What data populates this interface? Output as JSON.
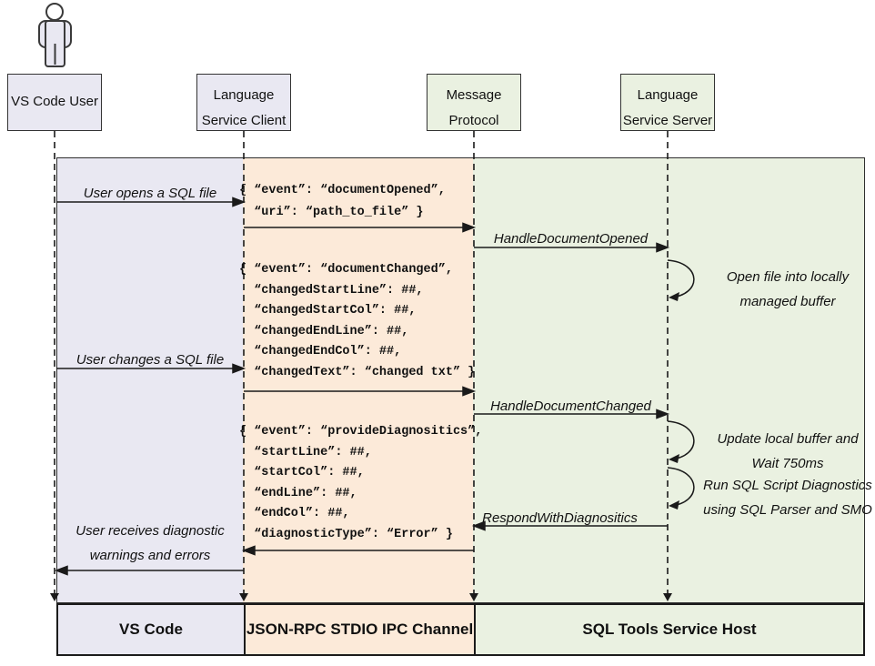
{
  "colors": {
    "vscode_lane": "#e9e8f2",
    "ipc_lane": "#fcead9",
    "host_lane": "#eaf1e1",
    "line": "#1a1a1a"
  },
  "participants": {
    "user": {
      "line1": "VS Code User"
    },
    "client": {
      "line1": "Language",
      "line2": "Service Client"
    },
    "protocol": {
      "line1": "Message",
      "line2": "Protocol"
    },
    "server": {
      "line1": "Language",
      "line2": "Service Server"
    }
  },
  "flow_labels": {
    "user_opens": "User opens a SQL file",
    "handle_document_opened": "HandleDocumentOpened",
    "open_buffer_line1": "Open file into locally",
    "open_buffer_line2": "managed buffer",
    "user_changes": "User changes a SQL file",
    "handle_document_changed": "HandleDocumentChanged",
    "update_buffer_line1": "Update local buffer and",
    "update_buffer_line2": "Wait 750ms",
    "run_diagnostics_line1": "Run SQL Script Diagnostics",
    "run_diagnostics_line2": "using SQL Parser and SMO",
    "respond_with_diagnostics": "RespondWithDiagnositics",
    "user_receives_line1": "User receives diagnostic",
    "user_receives_line2": "warnings and errors"
  },
  "messages": {
    "document_opened": {
      "lines": [
        "{ “event”: “documentOpened”,",
        "  “uri”: “path_to_file” }"
      ]
    },
    "document_changed": {
      "lines": [
        "{ “event”: “documentChanged”,",
        "  “changedStartLine”: ##,",
        "  “changedStartCol”: ##,",
        "  “changedEndLine”: ##,",
        "  “changedEndCol”: ##,",
        "  “changedText”: “changed txt” }"
      ]
    },
    "provide_diagnostics": {
      "lines": [
        "{ “event”: “provideDiagnositics”,",
        "  “startLine”: ##,",
        "  “startCol”: ##,",
        "  “endLine”: ##,",
        "  “endCol”: ##,",
        "  “diagnosticType”: “Error” }"
      ]
    }
  },
  "bottom_lanes": {
    "vscode": "VS Code",
    "ipc": "JSON-RPC STDIO IPC Channel",
    "host": "SQL Tools Service Host"
  }
}
